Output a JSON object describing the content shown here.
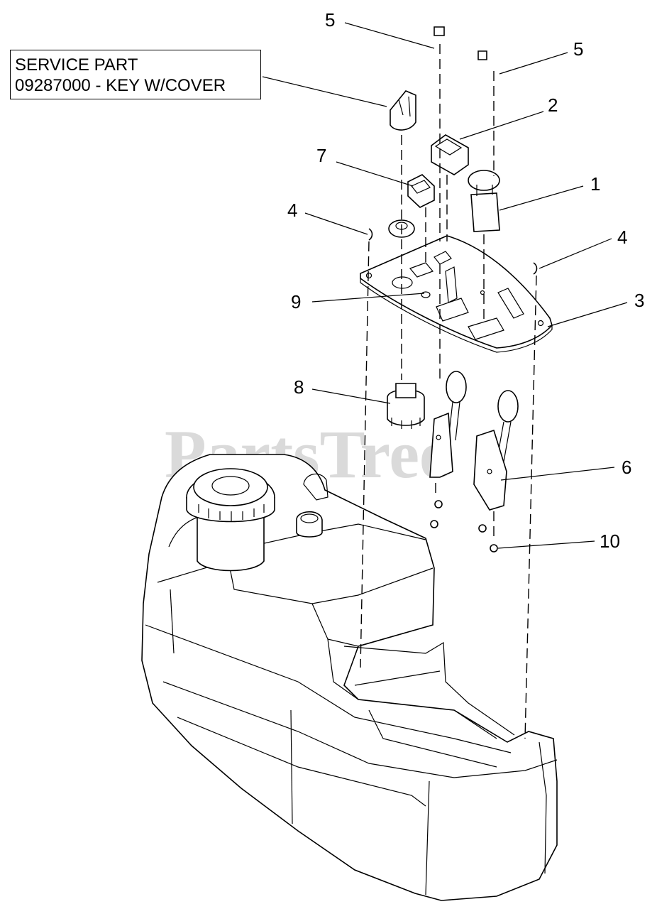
{
  "callout": {
    "line1": "SERVICE PART",
    "line2": "09287000 - KEY W/COVER"
  },
  "watermark": "PartsTree",
  "labels": [
    {
      "id": "label-5-left",
      "text": "5"
    },
    {
      "id": "label-5-right",
      "text": "5"
    },
    {
      "id": "label-2",
      "text": "2"
    },
    {
      "id": "label-7",
      "text": "7"
    },
    {
      "id": "label-1",
      "text": "1"
    },
    {
      "id": "label-4-left",
      "text": "4"
    },
    {
      "id": "label-4-right",
      "text": "4"
    },
    {
      "id": "label-9",
      "text": "9"
    },
    {
      "id": "label-3",
      "text": "3"
    },
    {
      "id": "label-8",
      "text": "8"
    },
    {
      "id": "label-6",
      "text": "6"
    },
    {
      "id": "label-10",
      "text": "10"
    }
  ]
}
